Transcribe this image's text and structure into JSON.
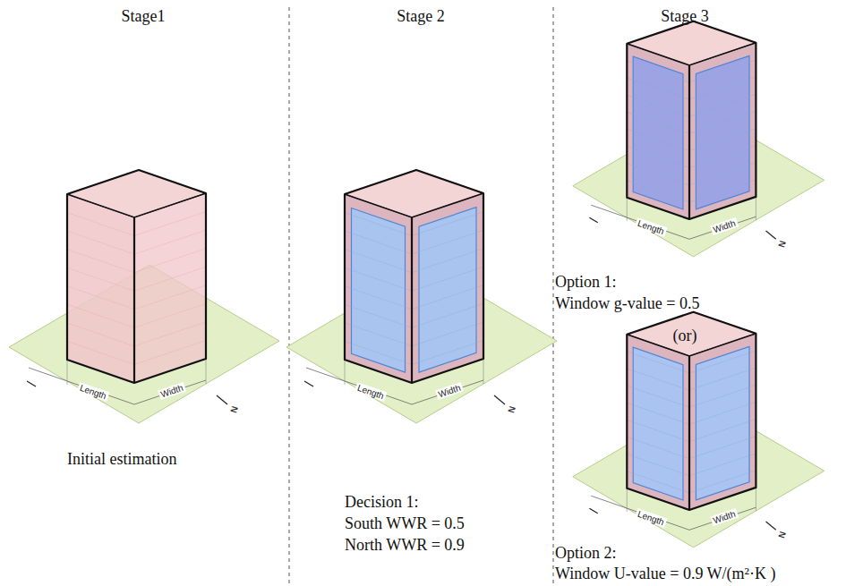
{
  "diagram": {
    "labels": [
      "Stage1",
      "Stage 2",
      "Stage 3",
      "Length",
      "Width",
      "N",
      "Length",
      "Width",
      "N",
      "Initial estimation",
      "Decision 1:",
      "South WWR = 0.5",
      "North WWR = 0.9",
      "Length",
      "Width",
      "N",
      "Option 1:",
      "Window g-value = 0.5",
      "(or)",
      "Length",
      "Width",
      "N",
      "Option 2:",
      "Window U-value = 0.9 W/(m²·K )"
    ]
  }
}
